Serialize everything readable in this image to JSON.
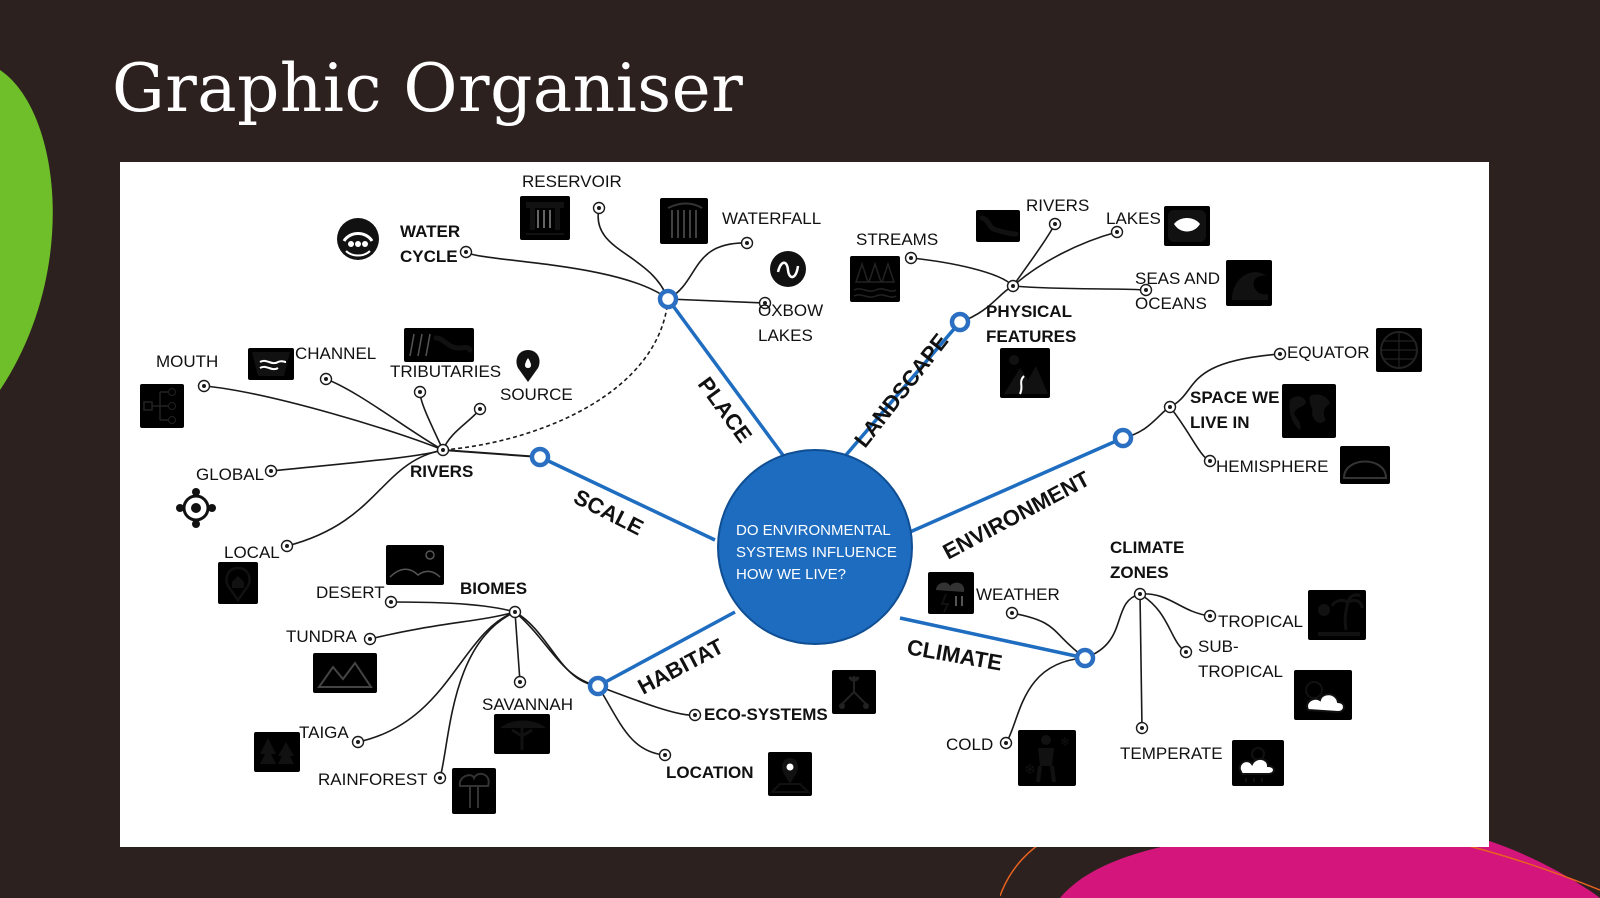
{
  "slide": {
    "title": "Graphic Organiser",
    "colors": {
      "background": "#2d211f",
      "accent_green": "#6fbf2a",
      "accent_magenta": "#d3157c",
      "accent_orange": "#e8631f",
      "spoke_blue": "#1f6dc0",
      "center_blue": "#1d6cc0"
    }
  },
  "mindmap": {
    "center": {
      "lines": [
        "DO ENVIRONMENTAL",
        "SYSTEMS INFLUENCE",
        "HOW WE LIVE?"
      ]
    },
    "branches": {
      "place": "PLACE",
      "landscape": "LANDSCAPE",
      "environment": "ENVIRONMENT",
      "climate": "CLIMATE",
      "habitat": "HABITAT",
      "scale": "SCALE"
    },
    "place": {
      "reservoir": "RESERVOIR",
      "water_cycle": [
        "WATER",
        "CYCLE"
      ],
      "waterfall": "WATERFALL",
      "oxbow_lakes": [
        "OXBOW",
        "LAKES"
      ]
    },
    "landscape": {
      "streams": "STREAMS",
      "rivers": "RIVERS",
      "lakes": "LAKES",
      "seas_and_oceans": [
        "SEAS AND",
        "OCEANS"
      ],
      "physical_features": [
        "PHYSICAL",
        "FEATURES"
      ]
    },
    "environment": {
      "equator": "EQUATOR",
      "space_we_live_in": [
        "SPACE WE",
        "LIVE IN"
      ],
      "hemisphere": "HEMISPHERE"
    },
    "climate": {
      "climate_zones": [
        "CLIMATE",
        "ZONES"
      ],
      "weather": "WEATHER",
      "tropical": "TROPICAL",
      "sub_tropical": [
        "SUB-",
        "TROPICAL"
      ],
      "temperate": "TEMPERATE",
      "cold": "COLD"
    },
    "habitat": {
      "eco_systems": "ECO-SYSTEMS",
      "location": "LOCATION",
      "biomes": "BIOMES",
      "desert": "DESERT",
      "tundra": "TUNDRA",
      "savannah": "SAVANNAH",
      "taiga": "TAIGA",
      "rainforest": "RAINFOREST"
    },
    "scale": {
      "rivers": "RIVERS",
      "mouth": "MOUTH",
      "channel": "CHANNEL",
      "tributaries": "TRIBUTARIES",
      "source": "SOURCE",
      "global": "GLOBAL",
      "local": "LOCAL"
    },
    "icons": [
      "water-cycle-icon",
      "reservoir-icon",
      "waterfall-icon",
      "oxbow-lake-icon",
      "river-icon",
      "lake-icon",
      "streams-icon",
      "wave-icon",
      "mountain-sun-icon",
      "globe-grid-icon",
      "world-map-icon",
      "dome-icon",
      "weather-storm-icon",
      "palm-sun-icon",
      "sun-cloud-icon",
      "sun-rain-icon",
      "cold-person-icon",
      "seedling-icon",
      "map-pin-icon",
      "desert-icon",
      "mountains-icon",
      "pine-trees-icon",
      "rainforest-tree-icon",
      "acacia-tree-icon",
      "flow-diagram-icon",
      "channel-icon",
      "tributaries-icon",
      "source-pin-icon",
      "global-network-icon",
      "home-pin-icon"
    ]
  }
}
